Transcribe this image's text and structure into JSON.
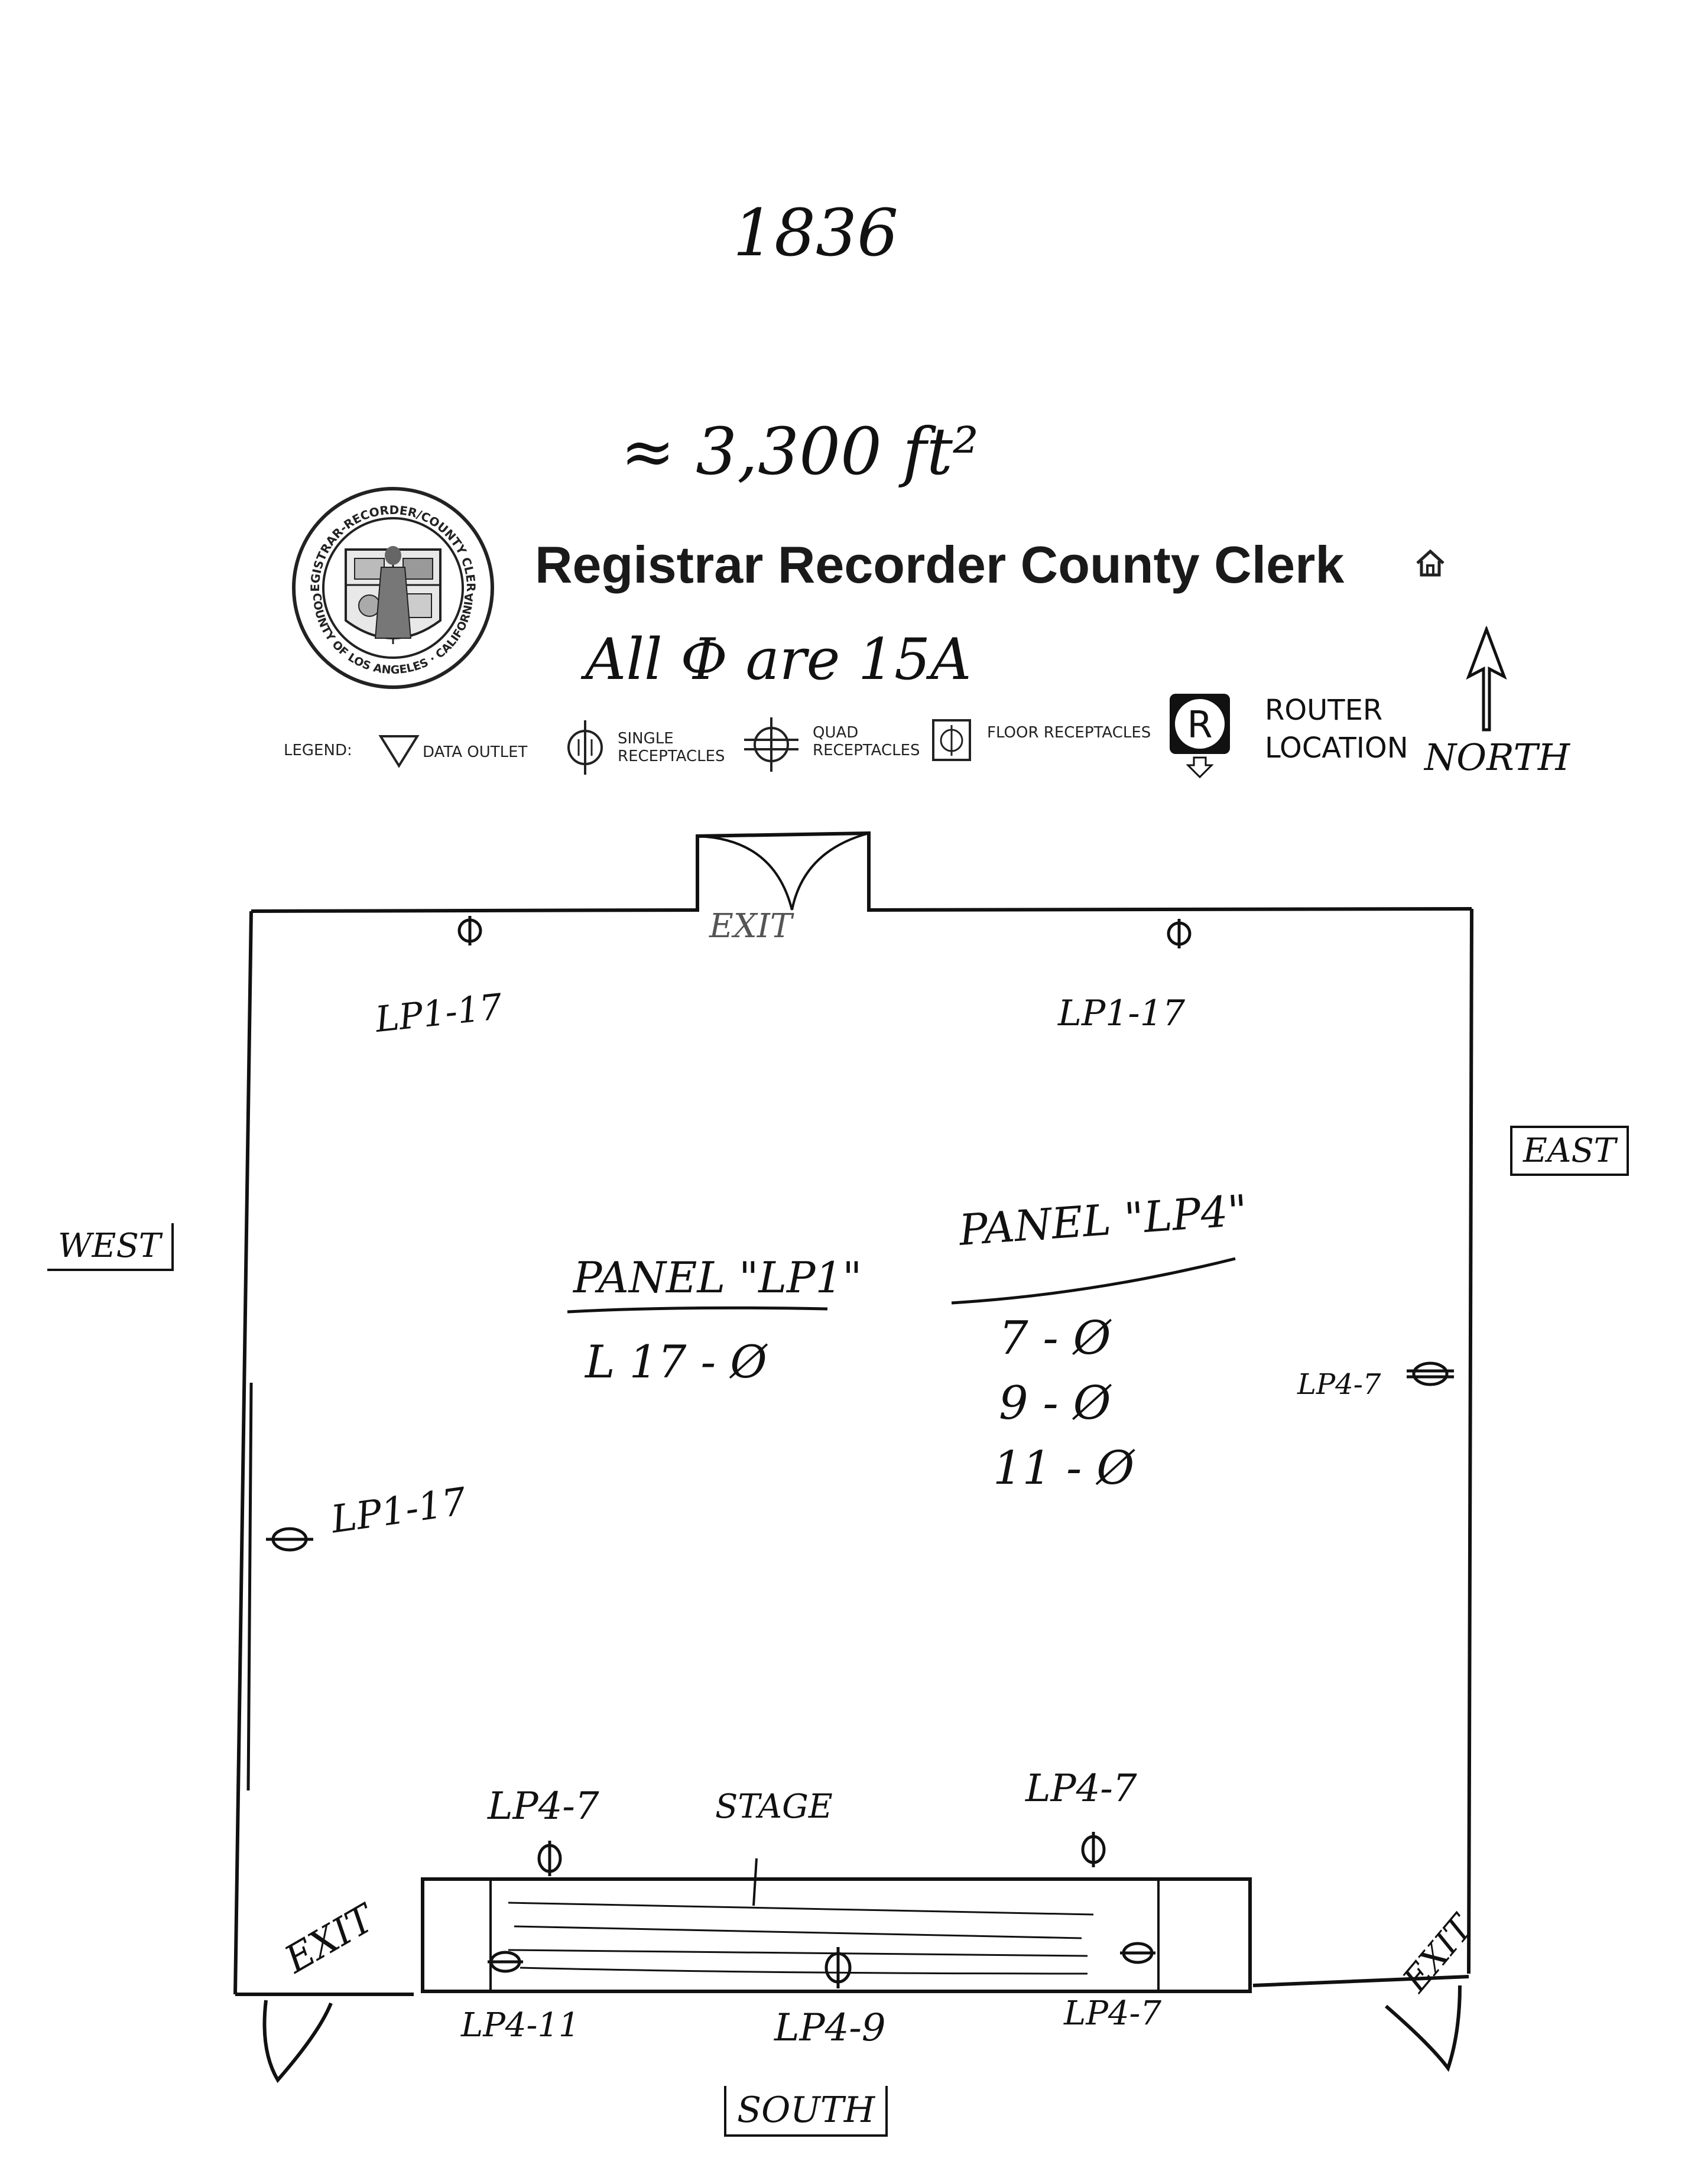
{
  "header": {
    "page_number": "1836",
    "area_note": "≈ 3,300 ft²",
    "title": "Registrar Recorder County Clerk",
    "home_icon": "home-icon",
    "circuit_note": "All Ф are 15A"
  },
  "seal": {
    "icon": "county-seal-icon",
    "text_top": "REGISTRAR-RECORDER/COUNTY CLERK",
    "text_bottom": "COUNTY OF LOS ANGELES · CALIFORNIA"
  },
  "legend": {
    "label": "LEGEND:",
    "data_outlet": "DATA OUTLET",
    "single_line1": "SINGLE",
    "single_line2": "RECEPTACLES",
    "quad_line1": "QUAD",
    "quad_line2": "RECEPTACLES",
    "floor": "FLOOR RECEPTACLES",
    "router_symbol": "R",
    "router_line1": "ROUTER",
    "router_line2": "LOCATION",
    "north": "NORTH"
  },
  "floorplan": {
    "directions": {
      "west": "WEST",
      "east": "EAST",
      "south": "SOUTH"
    },
    "exits": {
      "north": "EXIT",
      "southwest": "EXIT",
      "southeast": "EXIT"
    },
    "stage": "STAGE",
    "outlets": {
      "north_left": "LP1-17",
      "north_right": "LP1-17",
      "west": "LP1-17",
      "east": "LP4-7",
      "stage_left_top": "LP4-7",
      "stage_right_top": "LP4-7",
      "stage_bottom_left": "LP4-11",
      "stage_bottom_center": "LP4-9",
      "stage_bottom_right": "LP4-7"
    },
    "panels": {
      "lp1": {
        "title": "PANEL \"LP1\"",
        "rows": [
          "L 17 - Ø"
        ]
      },
      "lp4": {
        "title": "PANEL \"LP4\"",
        "rows": [
          "7 - Ø",
          "9 - Ø",
          "11 - Ø"
        ]
      }
    }
  },
  "colors": {
    "ink": "#111111",
    "paper": "#ffffff"
  }
}
